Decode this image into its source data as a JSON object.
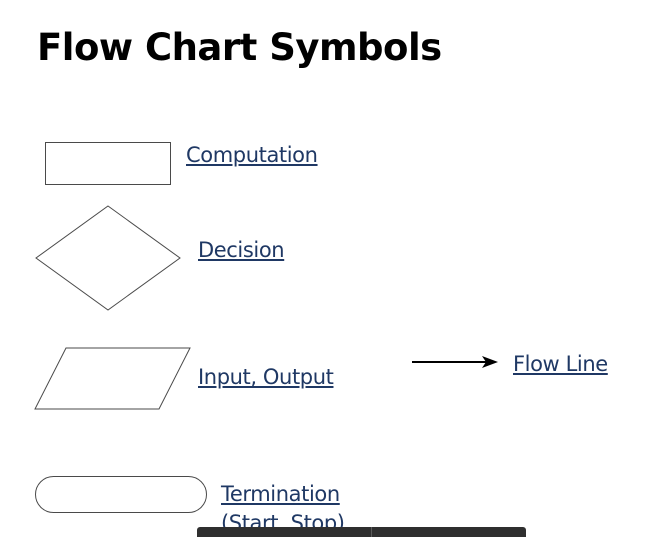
{
  "title": "Flow Chart Symbols",
  "symbols": {
    "computation": {
      "label": "Computation"
    },
    "decision": {
      "label": "Decision"
    },
    "input_output": {
      "label": "Input, Output"
    },
    "flow_line": {
      "label": "Flow Line"
    },
    "termination": {
      "label": "Termination",
      "sublabel": "(Start, Stop)"
    }
  },
  "colors": {
    "link": "#1f3864",
    "shape_stroke": "#4a4a4a",
    "toolbar": "#2f2f2f"
  },
  "icons": {
    "computation": "rectangle-icon",
    "decision": "diamond-icon",
    "input_output": "parallelogram-icon",
    "flow_line": "arrow-right-icon",
    "termination": "rounded-oval-icon"
  }
}
